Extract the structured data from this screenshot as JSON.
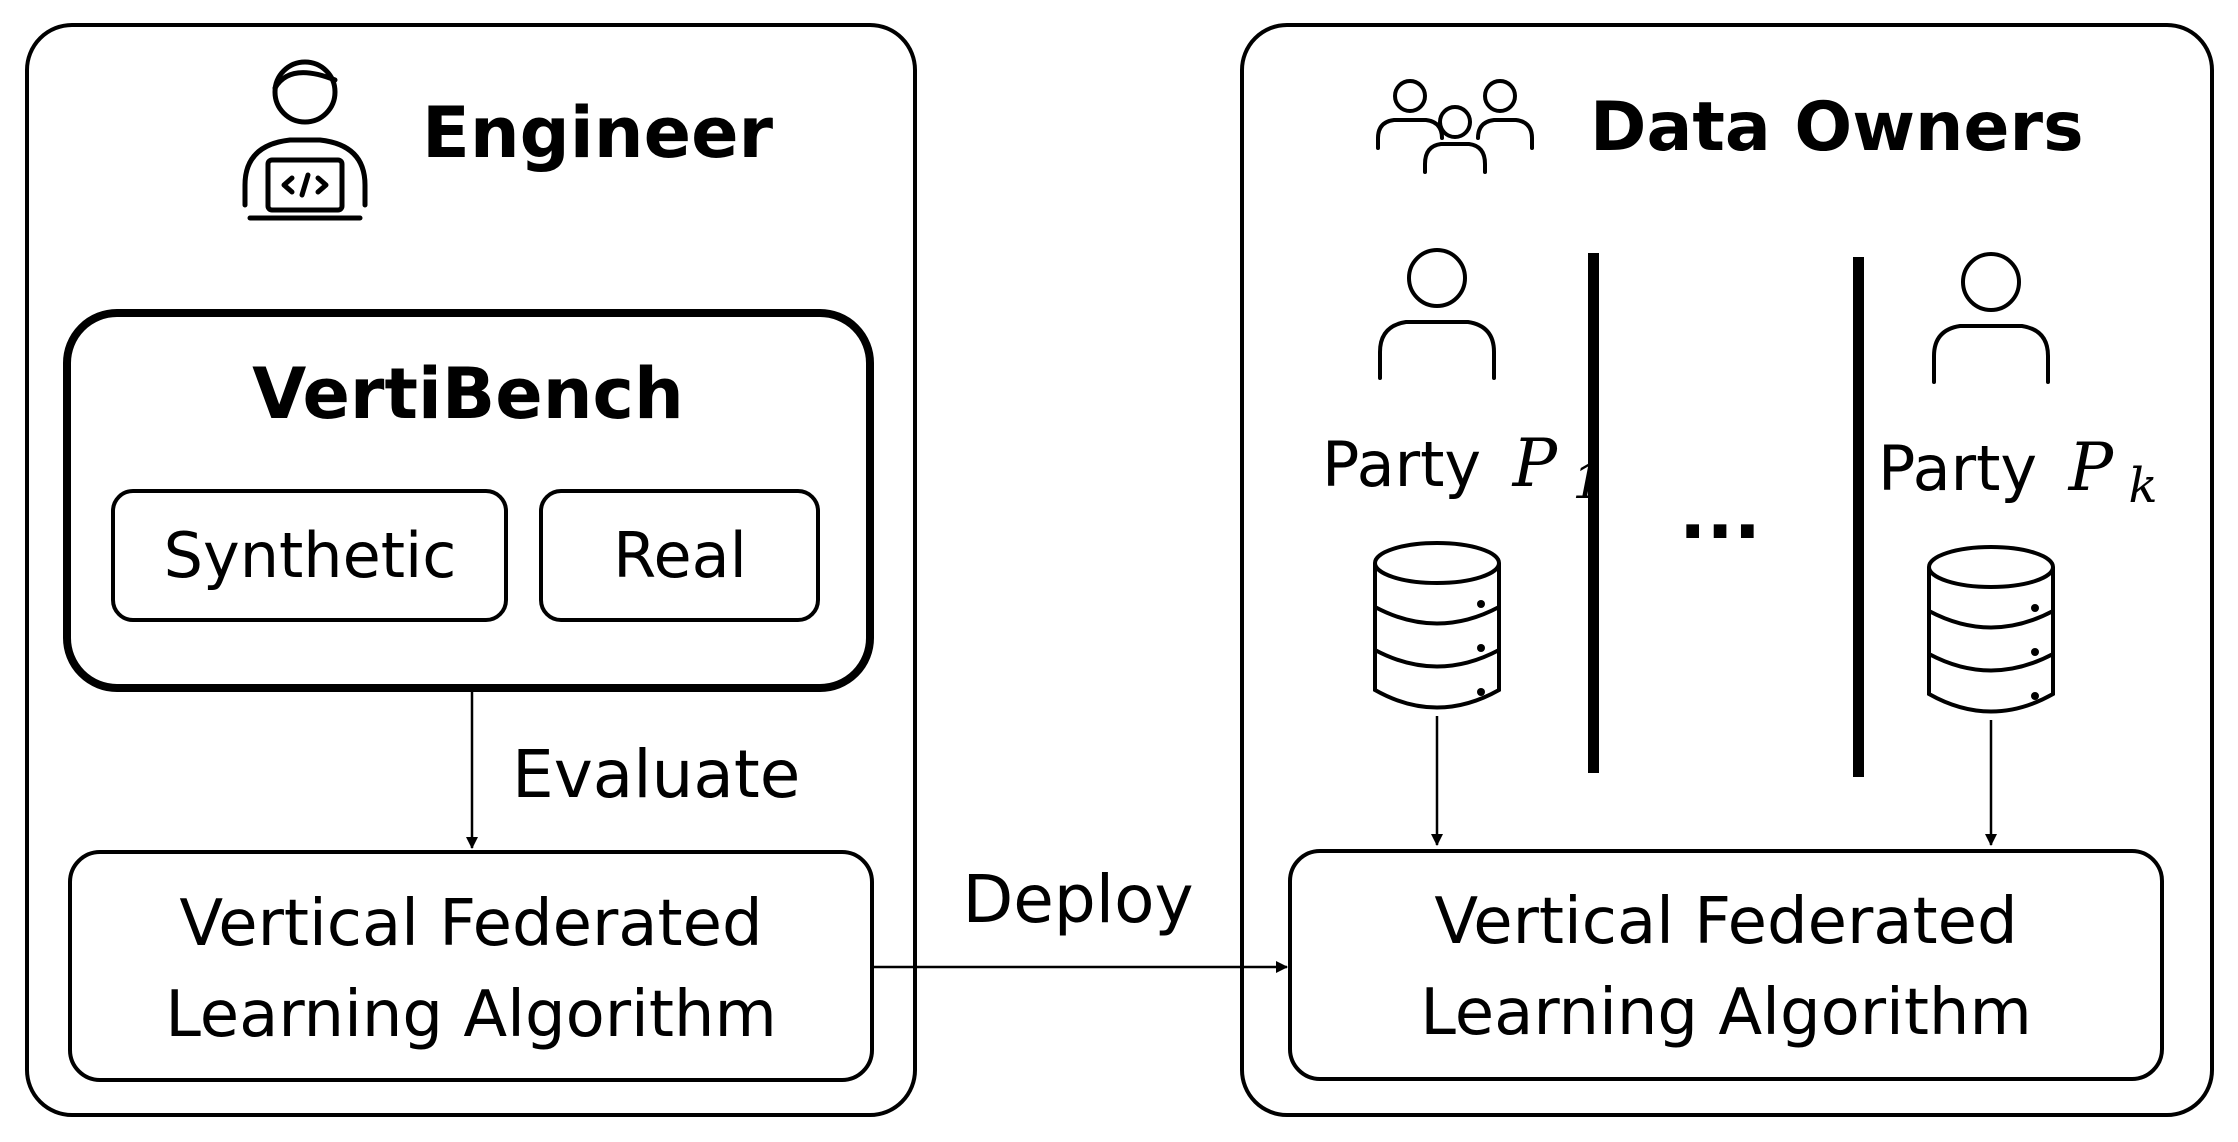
{
  "engineer": {
    "title": "Engineer",
    "icon": "engineer-laptop-icon",
    "benchmark": {
      "title": "VertiBench",
      "datasets": [
        "Synthetic",
        "Real"
      ]
    },
    "evaluate_label": "Evaluate",
    "algorithm": [
      "Vertical Federated",
      "Learning Algorithm"
    ]
  },
  "deploy_label": "Deploy",
  "data_owners": {
    "title": "Data Owners",
    "icon": "group-people-icon",
    "party_first": {
      "label": "Party",
      "symbol": "P",
      "subscript": "1",
      "icons": [
        "person-icon",
        "database-icon"
      ]
    },
    "ellipsis": "...",
    "party_last": {
      "label": "Party",
      "symbol": "P",
      "subscript": "k",
      "icons": [
        "person-icon",
        "database-icon"
      ]
    },
    "algorithm": [
      "Vertical Federated",
      "Learning Algorithm"
    ]
  }
}
